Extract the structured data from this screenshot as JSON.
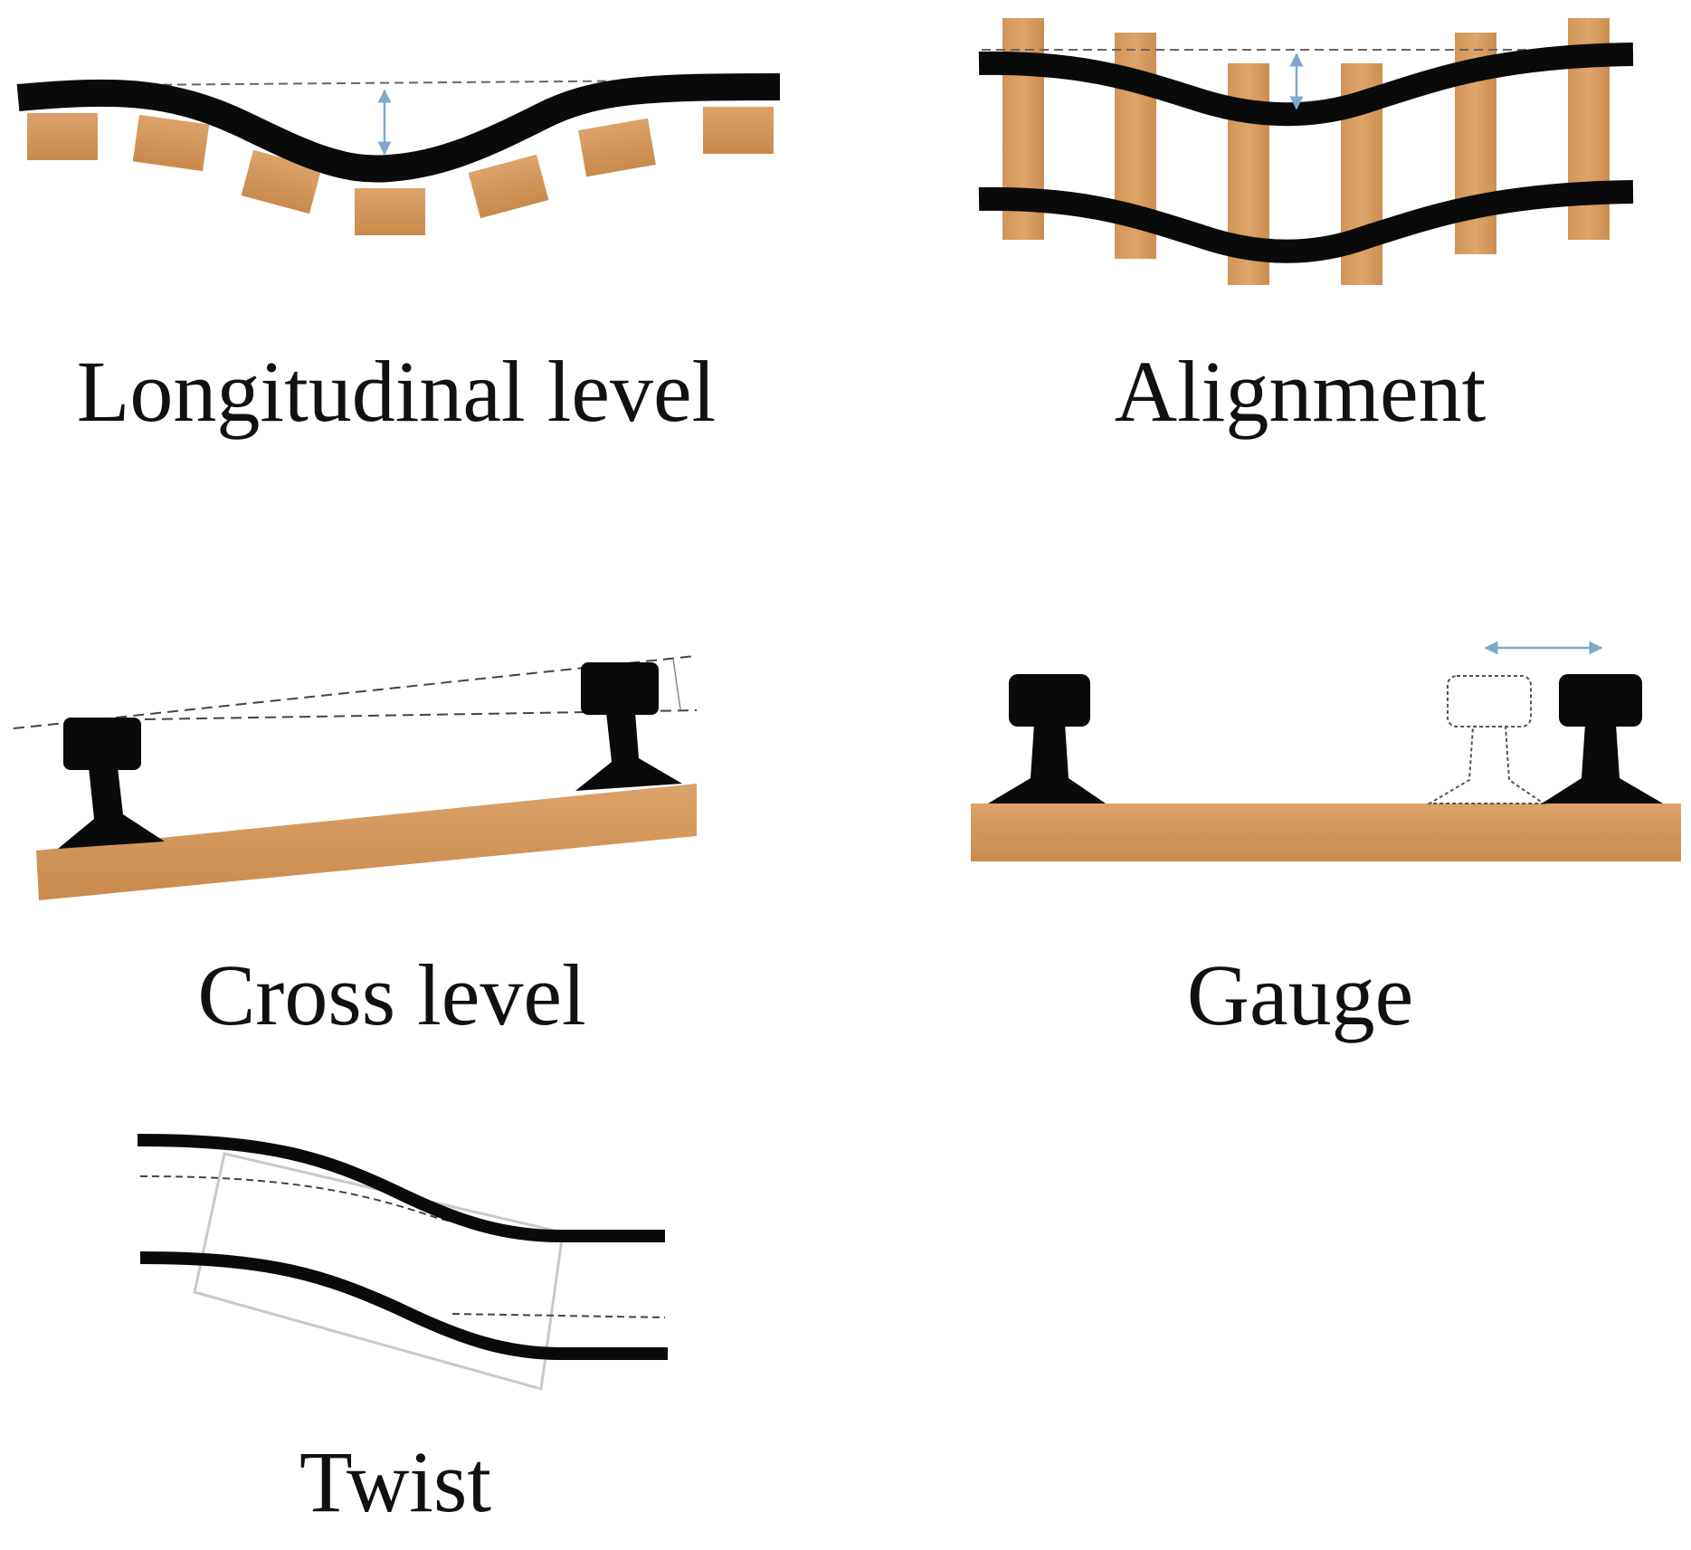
{
  "panels": {
    "longitudinal_level": {
      "caption": "Longitudinal level"
    },
    "alignment": {
      "caption": "Alignment"
    },
    "cross_level": {
      "caption": "Cross level"
    },
    "gauge": {
      "caption": "Gauge"
    },
    "twist": {
      "caption": "Twist"
    }
  },
  "colors": {
    "rail": "#0a0a0a",
    "sleeper": "#d79a5e",
    "sleeper_dark": "#c98a4c",
    "measure_arrow": "#7fa8cc",
    "dashed_reference": "#666666",
    "ghost_outline": "#c9c9c9"
  }
}
